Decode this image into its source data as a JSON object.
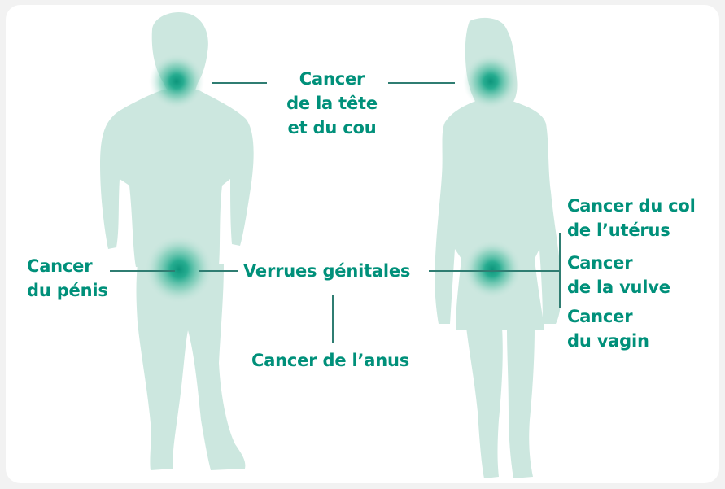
{
  "colors": {
    "silhouette": "#cce7df",
    "accent_text": "#00907a",
    "hotspot": "#139f84",
    "line": "#2f7d72"
  },
  "labels": {
    "head_neck": [
      "Cancer",
      "de la tête",
      "et du cou"
    ],
    "penis": [
      "Cancer",
      "du pénis"
    ],
    "genital_warts": "Verrues génitales",
    "anus": "Cancer de l’anus",
    "cervix": [
      "Cancer du col",
      "de l’utérus"
    ],
    "vulva": [
      "Cancer",
      "de la vulve"
    ],
    "vagina": [
      "Cancer",
      "du vagin"
    ]
  }
}
